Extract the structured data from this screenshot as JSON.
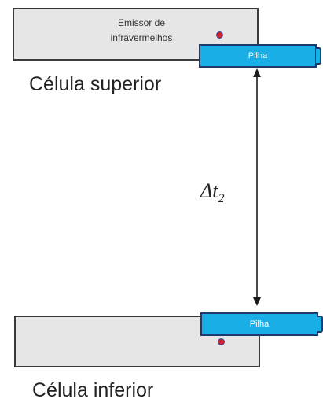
{
  "top_cell": {
    "emitter_line1": "Emissor de",
    "emitter_line2": "infravermelhos",
    "battery_label": "Pilha",
    "caption": "Célula superior"
  },
  "bottom_cell": {
    "battery_label": "Pilha",
    "caption": "Célula inferior"
  },
  "interval": {
    "symbol": "Δt",
    "subscript": "2"
  },
  "colors": {
    "cell_fill": "#e6e6e6",
    "battery_fill": "#1aaee6",
    "battery_border": "#1c3a6b",
    "emitter_dot": "#d01f2e"
  }
}
